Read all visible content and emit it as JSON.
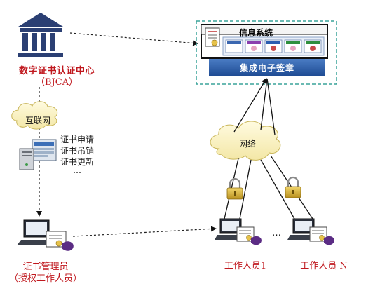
{
  "ca": {
    "name": "数字证书认证中心",
    "abbr": "（BJCA）"
  },
  "internet_label": "互联网",
  "operations": [
    "证书申请",
    "证书吊销",
    "证书更新",
    "…"
  ],
  "system": {
    "title": "信息系统",
    "seal_label": "集成电子签章"
  },
  "network_label": "网络",
  "admin": {
    "title": "证书管理员",
    "subtitle": "（授权工作人员）"
  },
  "workers": {
    "first": "工作人员1",
    "last": "工作人员 N",
    "ellipsis": "…"
  },
  "colors": {
    "label_red": "#c0181e",
    "seal_bar": "#2f5fa7",
    "system_border": "#3aa39a",
    "building": "#2b3f73",
    "lock": "#c9a227"
  }
}
